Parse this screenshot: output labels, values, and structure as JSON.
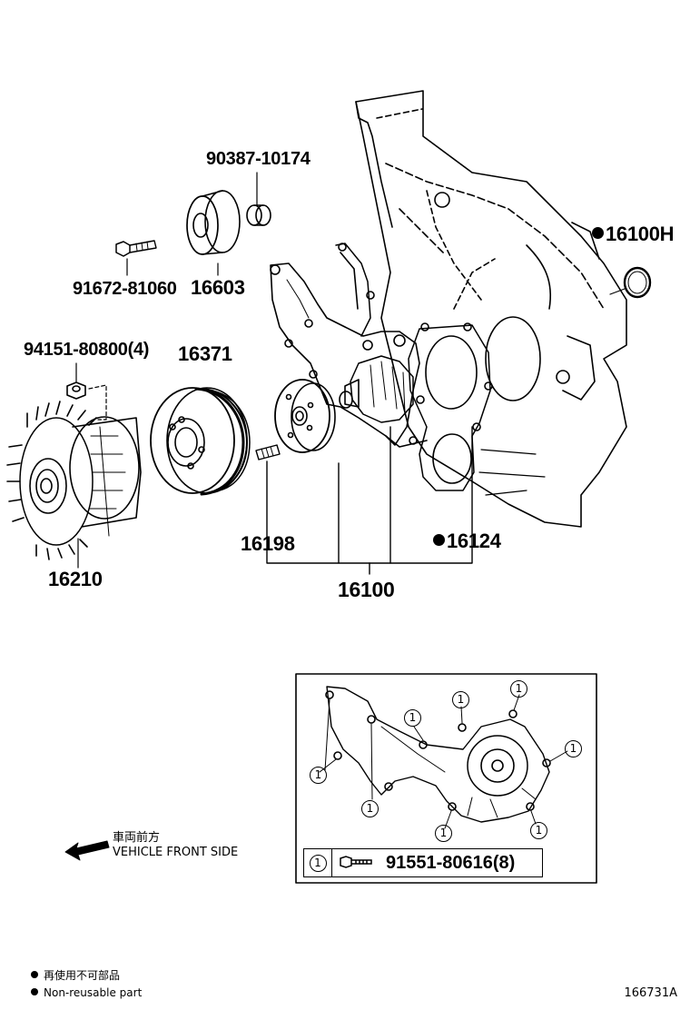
{
  "parts": {
    "p90387": "90387-10174",
    "p91672": "91672-81060",
    "p16603": "16603",
    "p16100h": "16100H",
    "p94151": "94151-80800(4)",
    "p16371": "16371",
    "p16210": "16210",
    "p16198": "16198",
    "p16124": "16124",
    "p16100": "16100"
  },
  "detail_box": {
    "marker": "1",
    "legend_marker": "1",
    "legend_part": "91551-80616(8)"
  },
  "front_label": {
    "jp": "車両前方",
    "en": "VEHICLE FRONT SIDE"
  },
  "notes": {
    "jp": "再使用不可部品",
    "en": "Non-reusable part"
  },
  "figure_ref": "166731A"
}
